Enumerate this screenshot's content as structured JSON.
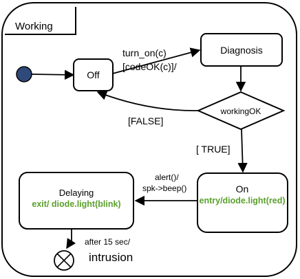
{
  "container": {
    "title": "Working"
  },
  "states": {
    "off": "Off",
    "diagnosis": "Diagnosis",
    "working_ok": "workingOK",
    "delaying": {
      "name": "Delaying",
      "action": "exit/ diode.light(blink)"
    },
    "on": {
      "name": "On",
      "action": "entry/diode.light(red)"
    }
  },
  "transitions": {
    "turn_on_event": "turn_on(c)",
    "turn_on_guard": "[codeOK(c)]/",
    "false_guard": "[FALSE]",
    "true_guard": "[ TRUE]",
    "alert_event": "alert()/",
    "alert_action": "spk->beep()",
    "timeout_event": "after 15 sec/",
    "final_label": "intrusion"
  },
  "colors": {
    "initial_fill": "#2f4a7a",
    "action_text": "#5aa02c"
  }
}
